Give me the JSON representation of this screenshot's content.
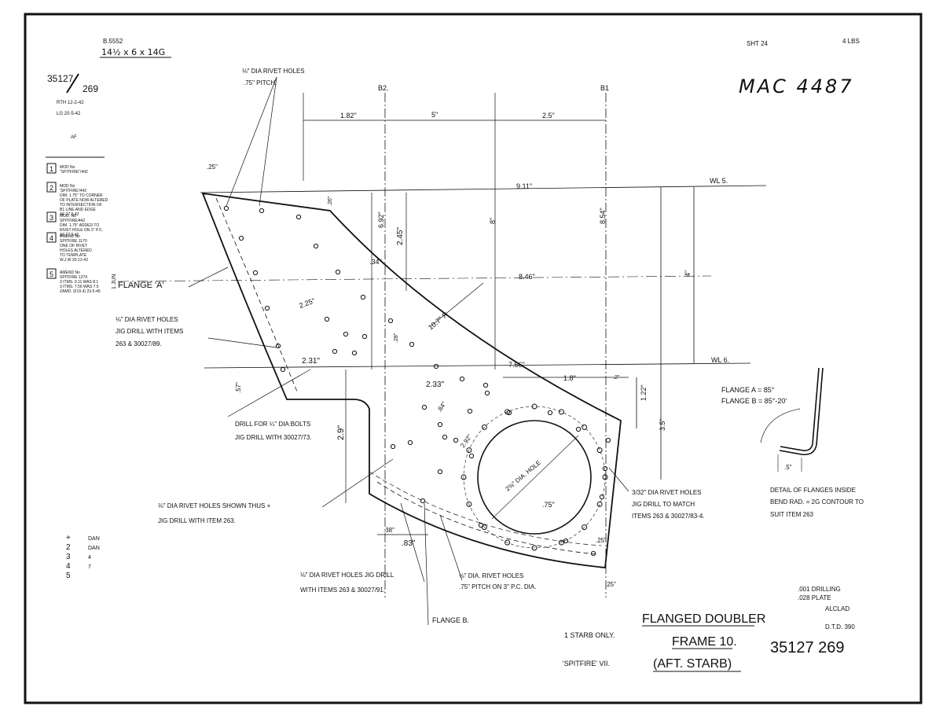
{
  "header": {
    "material_code": "B.5552",
    "stock_size": "14½ x 6 x 14G",
    "drawing_ref": "35127",
    "drawing_sub": "269",
    "sheet": "SHT 24",
    "weight": "4 LBS",
    "mac_number": "MAC 4487"
  },
  "revision_block": {
    "initials_1": "RTH 12-2-42",
    "initials_2": "LG 20-5-42",
    "af_label": "AF",
    "entries": [
      {
        "num": "1",
        "lines": [
          "MOD No",
          "\"SPITFIRE\"/442"
        ]
      },
      {
        "num": "2",
        "lines": [
          "MOD No",
          "'SPITFIRE'/442",
          "DIM. 1.75\" TO CORNER",
          "OF PLATE NOW ALTERED",
          "TO INTERSECTION OF",
          "B1 LINE AND EDGE",
          "AF 27.5.42"
        ]
      },
      {
        "num": "3",
        "lines": [
          "MOD. No",
          "SPITFIRE/442",
          "DIM. 1.75\" ADDED TO",
          "RIVET HOLE ON 3\" P.C.",
          "AF 27.5.42"
        ]
      },
      {
        "num": "4",
        "lines": [
          "AMEND No",
          "SPITFIRE 1170",
          "ONE OF RIVET",
          "HOLES ALTERED",
          "TO TEMPLATE",
          "W.J.W 20-12-43"
        ]
      },
      {
        "num": "5",
        "lines": [
          "AMEND No",
          "SPITFIRE 1379",
          "3 ITMS. 9.11 WAS 8.1",
          "3 ITMS. 7.56 WAS 7.5",
          "ZAMD. (F10.4) 23-5-45"
        ]
      }
    ],
    "jun_stamp": "1 JUN"
  },
  "stations": {
    "b2": "B2.",
    "b1": "B1"
  },
  "waterlines": {
    "wl5": "WL 5.",
    "wl6": "WL 6."
  },
  "dimensions": {
    "d182": "1.82\"",
    "d5": "5\"",
    "d25": "2.5\"",
    "d911": "9.11\"",
    "d846": "8.46\"",
    "d756": "7.56\"",
    "d18": "1.8\"",
    "d854": "8.54\"",
    "d8": "8\"",
    "d4": "4\"",
    "d692": "6.92\"",
    "d245": "2.45\"",
    "d225": "2.25\"",
    "d231": "2.31\"",
    "d233": "2.33\"",
    "d29": "2.9\"",
    "d1_22": "1.22\"",
    "d35": "3.5\"",
    "d34": ".34\"",
    "d107r": "10.7\" R",
    "d25top": ".25\"",
    "d84": ".84\"",
    "d292": "2.92\"",
    "d75": ".75\"",
    "d83": ".83\"",
    "d38": ".38\"",
    "d25side": ".25\"",
    "d25bot": ".25\"",
    "d2_tiny": ".2\"",
    "hole_dia": "2⅜\" DIA. HOLE",
    "d26": ".26\"",
    "d28": ".28\"",
    "d57": ".57\""
  },
  "notes": {
    "rivet_top_1": "⅛\" DIA RIVET HOLES",
    "rivet_top_2": ".75\" PITCH.",
    "flange_a": "FLANGE 'A'",
    "jig_1": "⅛\" DIA RIVET HOLES",
    "jig_2": "JIG DRILL WITH ITEMS",
    "jig_3": "263 & 30027/89.",
    "drill_1": "DRILL FOR ¼\" DIA BOLTS",
    "drill_2": "JIG DRILL WITH 30027/73.",
    "shown_1": "⅛\" DIA RIVET HOLES SHOWN THUS +",
    "shown_2": "JIG DRILL WITH ITEM 263.",
    "bottom_1": "⅛\" DIA RIVET HOLES JIG DRILL",
    "bottom_2": "WITH ITEMS 263 & 30027/91.",
    "pc_1": "⅛\" DIA. RIVET HOLES",
    "pc_2": ".75\" PITCH ON 3\" P.C. DIA.",
    "right_1": "3/32\" DIA RIVET HOLES",
    "right_2": "JIG DRILL TO MATCH",
    "right_3": "ITEMS 263 & 30027/83-4.",
    "flange_b": "FLANGE B.",
    "flange_a_angle": "FLANGE A = 85°",
    "flange_b_angle": "FLANGE B = 85°-20'",
    "flange_detail_dim": ".5\"",
    "detail_1": "DETAIL OF FLANGES INSIDE",
    "detail_2": "BEND RAD. = 2G CONTOUR TO",
    "detail_3": "SUIT ITEM 263"
  },
  "legend": {
    "rows": [
      {
        "sym": "+",
        "text": "DAN"
      },
      {
        "sym": "2",
        "text": "DAN"
      },
      {
        "sym": "3",
        "text": "4"
      },
      {
        "sym": "4",
        "text": "7"
      },
      {
        "sym": "5",
        "text": ""
      }
    ]
  },
  "title_block": {
    "title_1": "FLANGED DOUBLER",
    "title_2": "FRAME 10.",
    "title_3": "(AFT. STARB)",
    "qty": "1 STARB ONLY.",
    "aircraft": "'SPITFIRE' VII.",
    "drilling": ".001 DRILLING",
    "plate": ".028 PLATE",
    "material": "ALCLAD",
    "dtd": "D.T.D. 390",
    "number": "35127  269"
  }
}
